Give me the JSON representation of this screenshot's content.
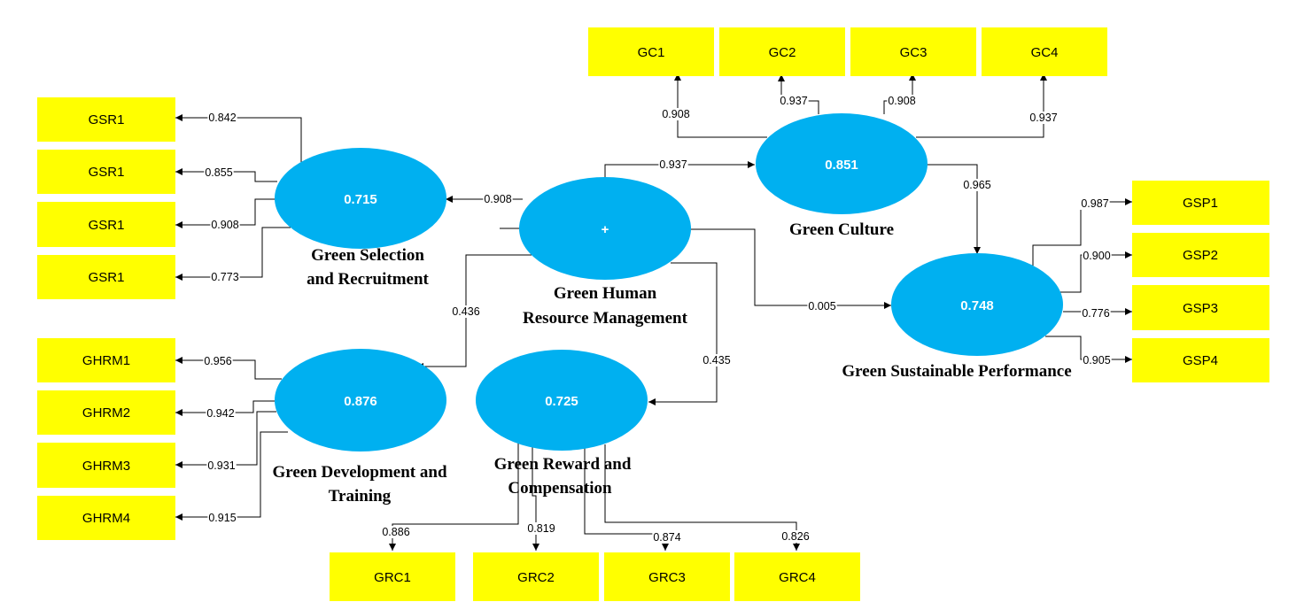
{
  "constructs": {
    "ghrm": {
      "value": "+",
      "label_lines": [
        "Green Human",
        "Resource Management"
      ]
    },
    "gsr": {
      "value": "0.715",
      "label_lines": [
        "Green Selection",
        "and Recruitment"
      ]
    },
    "gc": {
      "value": "0.851",
      "label_lines": [
        "Green Culture"
      ]
    },
    "gsp": {
      "value": "0.748",
      "label_lines": [
        "Green Sustainable Performance"
      ]
    },
    "gdt": {
      "value": "0.876",
      "label_lines": [
        "Green Development and",
        "Training"
      ]
    },
    "grc": {
      "value": "0.725",
      "label_lines": [
        "Green Reward and",
        "Compensation"
      ]
    }
  },
  "indicators": {
    "gsr": [
      "GSR1",
      "GSR1",
      "GSR1",
      "GSR1"
    ],
    "ghrm": [
      "GHRM1",
      "GHRM2",
      "GHRM3",
      "GHRM4"
    ],
    "gc": [
      "GC1",
      "GC2",
      "GC3",
      "GC4"
    ],
    "gsp": [
      "GSP1",
      "GSP2",
      "GSP3",
      "GSP4"
    ],
    "grc": [
      "GRC1",
      "GRC2",
      "GRC3",
      "GRC4"
    ]
  },
  "outer_loadings": {
    "gsr": [
      "0.842",
      "0.855",
      "0.908",
      "0.773"
    ],
    "ghrm": [
      "0.956",
      "0.942",
      "0.931",
      "0.915"
    ],
    "gc": [
      "0.908",
      "0.937",
      "0.908",
      "0.937"
    ],
    "gsp": [
      "0.987",
      "0.900",
      "0.776",
      "0.905"
    ],
    "grc": [
      "0.886",
      "0.819",
      "0.874",
      "0.826"
    ]
  },
  "path_coefficients": {
    "ghrm_to_gsr": "0.908",
    "ghrm_to_gc": "0.937",
    "gc_to_gsp": "0.965",
    "ghrm_to_gsp": "0.005",
    "ghrm_to_gdt": "0.436",
    "ghrm_to_grc": "0.435"
  },
  "colors": {
    "construct_fill": "#00b0f0",
    "indicator_fill": "#ffff00",
    "line": "#000000"
  }
}
